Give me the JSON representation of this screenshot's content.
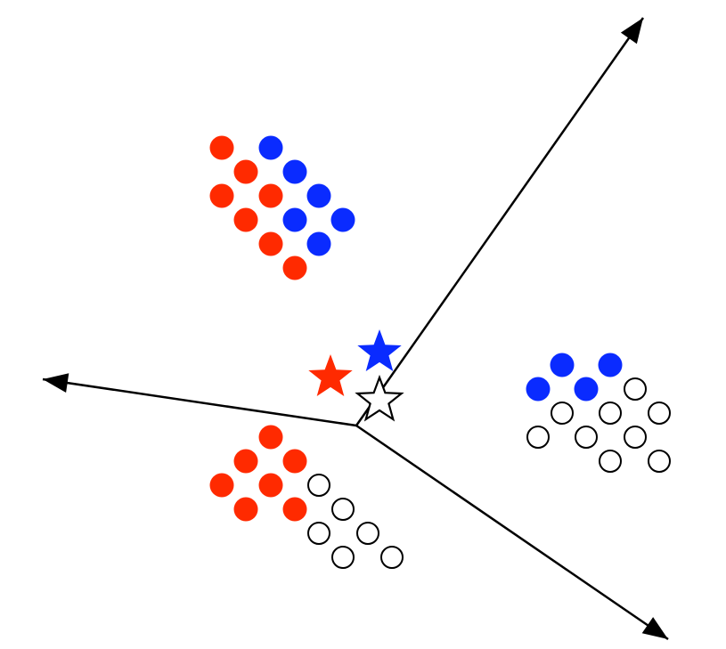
{
  "colors": {
    "red": "#ff2a00",
    "blue": "#0a2bff",
    "outline": "#000000",
    "axis": "#000000",
    "background": "#ffffff"
  },
  "groups": [
    {
      "id": "top-left-cluster",
      "rows": [
        [
          "red",
          "none",
          "blue"
        ],
        [
          "red",
          "blue"
        ],
        [
          "red",
          "red",
          "blue"
        ],
        [
          "red",
          "blue",
          "blue"
        ],
        [
          "red",
          "blue"
        ],
        [
          "red"
        ]
      ]
    },
    {
      "id": "right-cluster",
      "rows": [
        [
          "blue",
          "blue"
        ],
        [
          "blue",
          "blue",
          "hollow"
        ],
        [
          "hollow",
          "hollow",
          "hollow"
        ],
        [
          "hollow",
          "hollow",
          "hollow"
        ],
        [
          "hollow",
          "hollow"
        ]
      ]
    },
    {
      "id": "bottom-left-cluster",
      "rows": [
        [
          "red"
        ],
        [
          "red",
          "red"
        ],
        [
          "red",
          "red",
          "hollow"
        ],
        [
          "red",
          "red",
          "hollow"
        ],
        [
          "hollow",
          "hollow"
        ],
        [
          "hollow",
          "hollow"
        ]
      ]
    }
  ],
  "stars": [
    {
      "id": "red-star",
      "fill": "red"
    },
    {
      "id": "blue-star",
      "fill": "blue"
    },
    {
      "id": "hollow-star",
      "fill": "hollow"
    }
  ],
  "axes": [
    {
      "id": "axis-up-right"
    },
    {
      "id": "axis-left"
    },
    {
      "id": "axis-down-right"
    }
  ]
}
